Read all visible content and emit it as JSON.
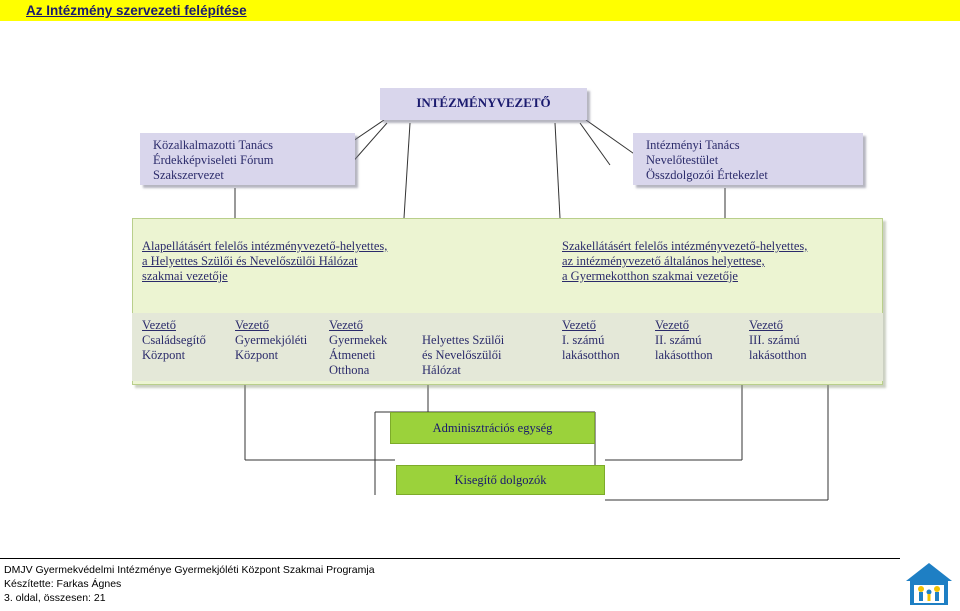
{
  "page_title": "Az Intézmény szervezeti felépítése",
  "colors": {
    "title_bar": "#ffff00",
    "lavender_box": "#d9d6ec",
    "green_panel": "#ecf4d2",
    "green_box": "#9bd23b",
    "text": "#2b2b6b"
  },
  "diagram": {
    "head": "INTÉZMÉNYVEZETŐ",
    "left_group": [
      "Közalkalmazotti Tanács",
      "Érdekképviseleti Fórum",
      "Szakszervezet"
    ],
    "right_group": [
      "Intézményi Tanács",
      "Nevelőtestület",
      "Összdolgozói Értekezlet"
    ],
    "deputy_left": [
      "Alapellátásért felelős intézményvezető-helyettes,",
      "a Helyettes Szülői és Nevelőszülői Hálózat",
      "szakmai vezetője"
    ],
    "deputy_right": [
      "Szakellátásért felelős intézményvezető-helyettes,",
      "az intézményvezető általános  helyettese,",
      "a Gyermekotthon szakmai vezetője"
    ],
    "units": [
      {
        "title": "Vezető",
        "lines": [
          "Családsegítő",
          "Központ"
        ]
      },
      {
        "title": "Vezető",
        "lines": [
          "Gyermekjóléti",
          "Központ"
        ]
      },
      {
        "title": "Vezető",
        "lines": [
          "Gyermekek",
          "Átmeneti",
          "Otthona"
        ]
      },
      {
        "title": "",
        "lines": [
          "Helyettes Szülői",
          "és Nevelőszülői",
          "Hálózat"
        ]
      },
      {
        "title": "Vezető",
        "lines": [
          "I. számú",
          "lakásotthon"
        ]
      },
      {
        "title": "Vezető",
        "lines": [
          "II. számú",
          "lakásotthon"
        ]
      },
      {
        "title": "Vezető",
        "lines": [
          "III. számú",
          "lakásotthon"
        ]
      }
    ],
    "admin": "Adminisztrációs egység",
    "support": "Kisegítő dolgozók"
  },
  "footer": {
    "line1": "DMJV Gyermekvédelmi Intézménye Gyermekjóléti Központ Szakmai Programja",
    "line2": "Készítette: Farkas Ágnes",
    "line3": "3. oldal, összesen: 21"
  },
  "logo_icon": "house-with-figures-logo"
}
